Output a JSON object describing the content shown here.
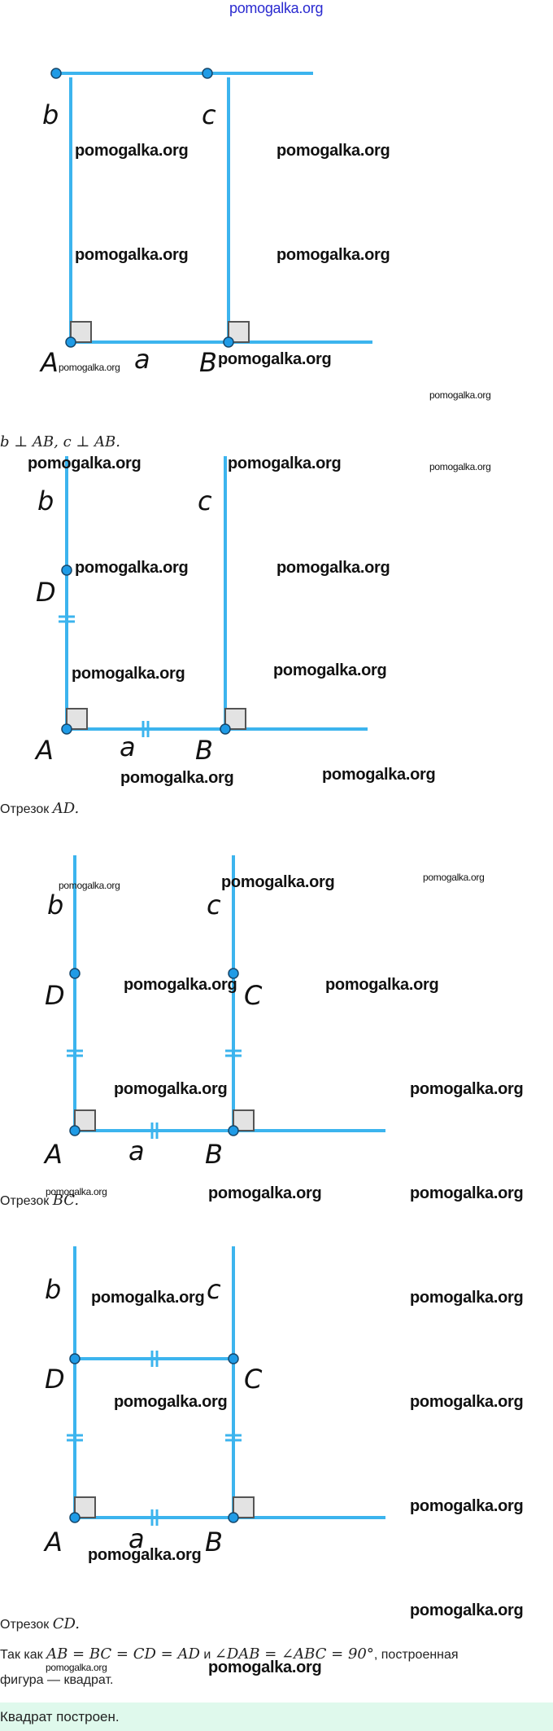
{
  "watermark": "pomogalka.org",
  "labels": {
    "b": "b",
    "c": "c",
    "A": "A",
    "B": "B",
    "a": "a",
    "D": "D",
    "C": "C"
  },
  "text": {
    "perp": "b ⊥ AB, c ⊥ AB.",
    "seg_prefix": "Отрезок",
    "seg_ad": "AD.",
    "seg_bc": "BC.",
    "seg_cd": "CD.",
    "so_prefix": "Так как",
    "eq1": "AB = BC = CD = AD",
    "and": "и",
    "eq2": "∠DAB = ∠ABC = 90°",
    "so_suffix": ", построенная",
    "so_line2": "фигура — квадрат."
  },
  "result": "Квадрат построен.",
  "colors": {
    "line": "#3cb4ee",
    "result_bg": "#dff9ec"
  }
}
